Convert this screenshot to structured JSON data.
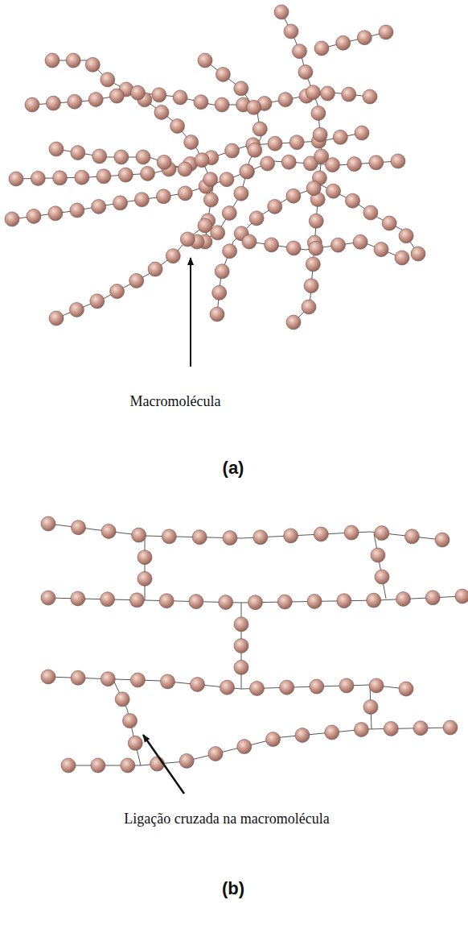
{
  "diagram": {
    "labels": [
      "Macromolécula",
      "(a)",
      "Ligação cruzada na macromolécula",
      "(b)"
    ]
  }
}
